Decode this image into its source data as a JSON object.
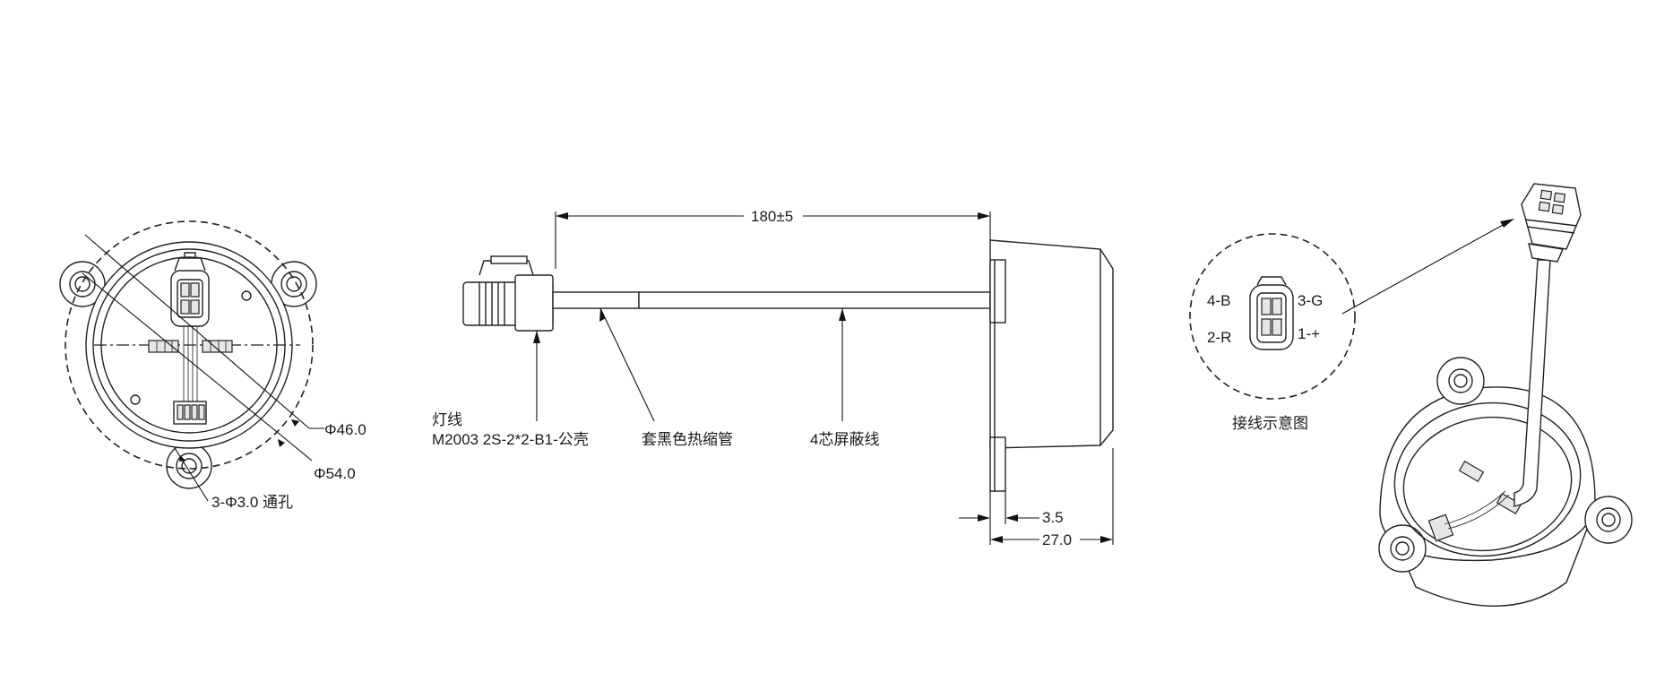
{
  "front_view": {
    "dim_inner_diameter": "Φ46.0",
    "dim_outer_diameter": "Φ54.0",
    "dim_holes": "3-Φ3.0 通孔"
  },
  "side_view": {
    "dim_cable_length": "180±5",
    "label_lamp_wire_line1": "灯线",
    "label_lamp_wire_line2": "M2003 2S-2*2-B1-公壳",
    "label_heat_shrink": "套黑色热缩管",
    "label_shielded_cable": "4芯屏蔽线",
    "dim_flange": "3.5",
    "dim_body_depth": "27.0"
  },
  "wiring_detail": {
    "pin_4": "4-B",
    "pin_3": "3-G",
    "pin_2": "2-R",
    "pin_1": "1-+",
    "caption": "接线示意图"
  }
}
